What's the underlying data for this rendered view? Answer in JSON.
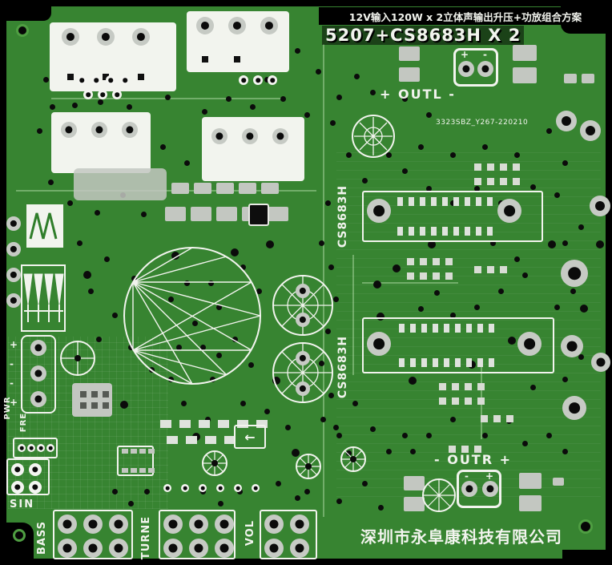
{
  "banner": {
    "title": "12V输入120W x 2立体声输出升压+功放组合方案"
  },
  "headline": {
    "model": "5207+CS8683H X 2"
  },
  "silkscreen": {
    "serial_number": "3323SBZ_Y267-220210",
    "company": "深圳市永阜康科技有限公司",
    "ic1_label": "CS8683H",
    "ic2_label": "CS8683H",
    "out_left_label": "+ OUTL -",
    "out_right_label": "- OUTR +",
    "sin_label": "SIN",
    "bass_label": "BASS",
    "turne_label": "TURNE",
    "vol_label": "VOL",
    "pwr_label": "PWR",
    "fre_label": "FRE",
    "plus_mark": "+",
    "minus_mark": "-",
    "arrow_mark": "←"
  },
  "colors": {
    "board_green": "#378431",
    "trace_green": "#4ea33e",
    "silkscreen_white": "#f2f4ee",
    "pad_gray": "#c6cac4",
    "drill_black": "#0b0b0b",
    "banner_black": "#000000"
  }
}
